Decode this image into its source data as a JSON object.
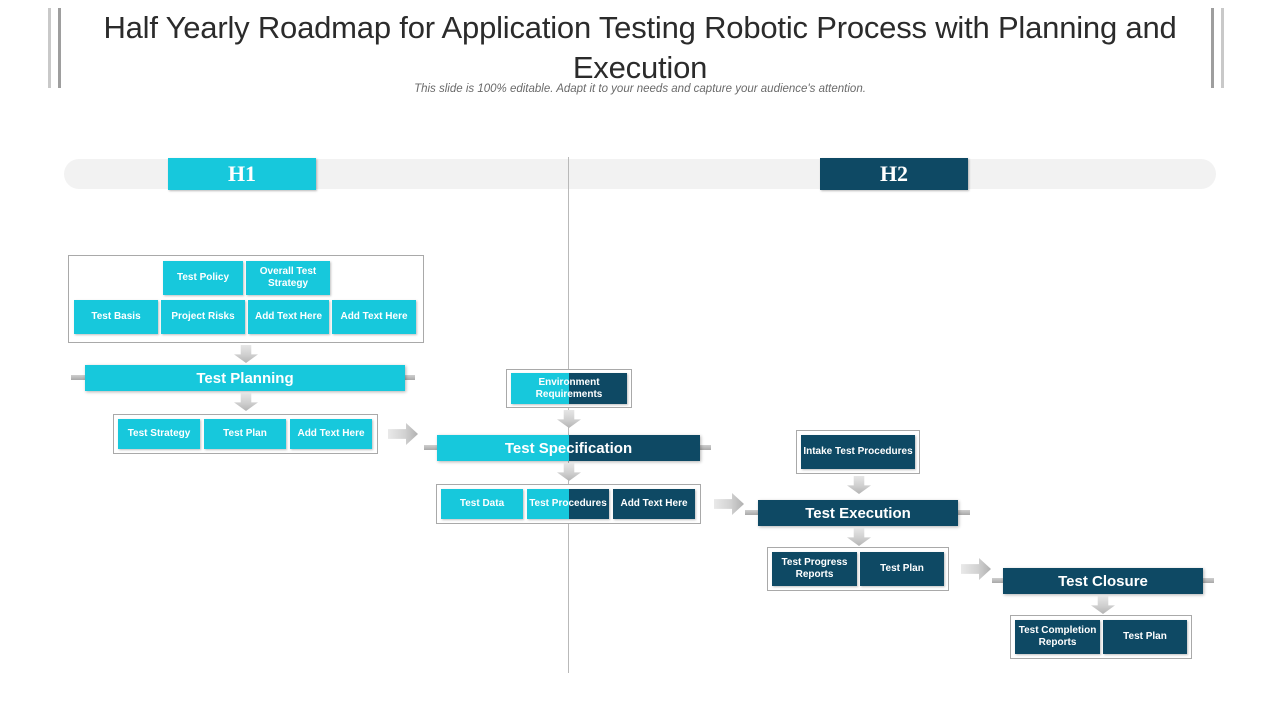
{
  "header": {
    "title": "Half Yearly Roadmap for Application Testing Robotic Process with Planning and Execution",
    "subtitle": "This slide is 100% editable. Adapt it to your needs and capture your audience's attention."
  },
  "timeline": {
    "phases": [
      {
        "label": "H1",
        "color": "#17c8dc"
      },
      {
        "label": "H2",
        "color": "#0e4964"
      }
    ]
  },
  "colors": {
    "cyan": "#17c8dc",
    "navy": "#0e4964",
    "track": "#f2f2f2",
    "border": "#a9a9a9",
    "arrow": "#cfcfcf"
  },
  "stages": [
    {
      "key": "planning",
      "bar_label": "Test Planning",
      "inputs": [
        {
          "label": "Test Policy"
        },
        {
          "label": "Overall Test Strategy"
        },
        {
          "label": "Test Basis"
        },
        {
          "label": "Project Risks"
        },
        {
          "label": "Add Text Here"
        },
        {
          "label": "Add Text Here"
        }
      ],
      "outputs": [
        {
          "label": "Test Strategy"
        },
        {
          "label": "Test Plan"
        },
        {
          "label": "Add Text Here"
        }
      ]
    },
    {
      "key": "specification",
      "bar_label": "Test Specification",
      "inputs": [
        {
          "label": "Environment Requirements"
        }
      ],
      "outputs": [
        {
          "label": "Test Data"
        },
        {
          "label": "Test Procedures"
        },
        {
          "label": "Add Text Here"
        }
      ]
    },
    {
      "key": "execution",
      "bar_label": "Test Execution",
      "inputs": [
        {
          "label": "Intake Test Procedures"
        }
      ],
      "outputs": [
        {
          "label": "Test Progress Reports"
        },
        {
          "label": "Test Plan"
        }
      ]
    },
    {
      "key": "closure",
      "bar_label": "Test Closure",
      "inputs": [],
      "outputs": [
        {
          "label": "Test Completion Reports"
        },
        {
          "label": "Test Plan"
        }
      ]
    }
  ]
}
